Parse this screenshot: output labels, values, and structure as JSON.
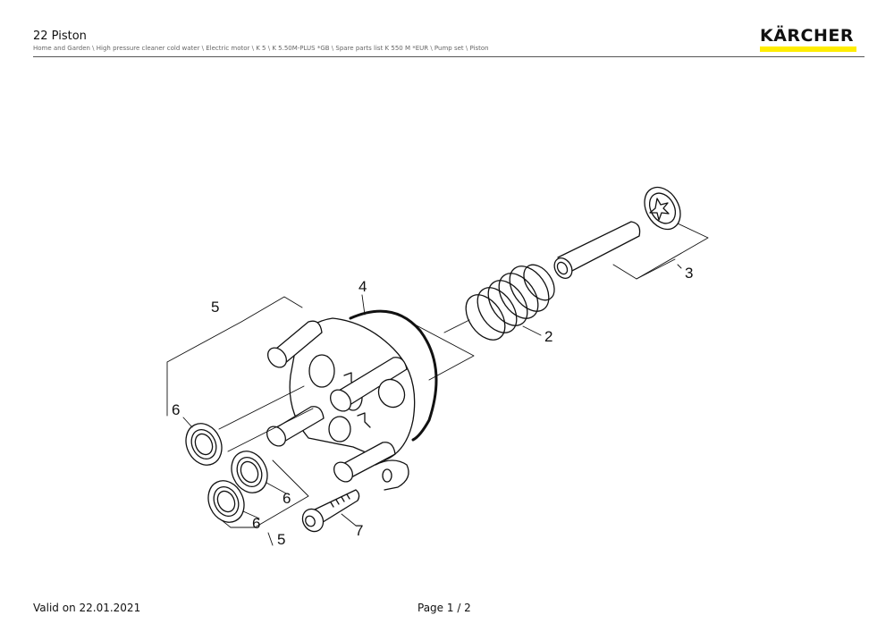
{
  "header": {
    "title": "22 Piston",
    "breadcrumb": "Home and Garden \\ High pressure cleaner cold water \\ Electric motor \\ K 5 \\ K 5.50M-PLUS *GB \\ Spare parts list K 550 M *EUR \\ Pump set \\ Piston",
    "logo_text": "KÄRCHER",
    "brand_color": "#ffed00"
  },
  "callouts": {
    "c2": "2",
    "c3": "3",
    "c4": "4",
    "c5a": "5",
    "c5b": "5",
    "c6a": "6",
    "c6b": "6",
    "c6c": "6",
    "c7": "7"
  },
  "footer": {
    "valid": "Valid on 22.01.2021",
    "page": "Page 1 / 2"
  }
}
